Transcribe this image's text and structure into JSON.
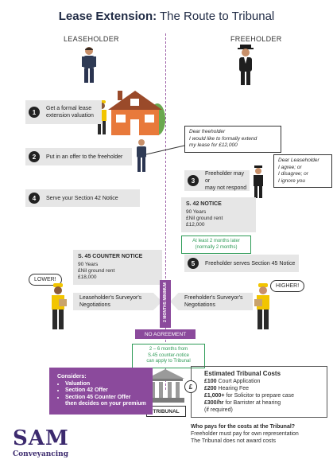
{
  "title": {
    "bold": "Lease Extension:",
    "rest": "The Route to Tribunal"
  },
  "roles": {
    "leaseholder": "LEASEHOLDER",
    "freeholder": "FREEHOLDER"
  },
  "steps": [
    {
      "num": "1",
      "lines": [
        "Get a formal lease",
        "extension valuation"
      ]
    },
    {
      "num": "2",
      "lines": [
        "Put in an offer to the freeholder"
      ]
    },
    {
      "num": "3",
      "lines": [
        "Freeholder may or",
        "may not respond"
      ]
    },
    {
      "num": "4",
      "lines": [
        "Serve your Section 42 Notice"
      ]
    },
    {
      "num": "5",
      "lines": [
        "Freeholder serves Section 45 Notice"
      ]
    }
  ],
  "bubble_leaseholder": [
    "Dear freeholder",
    "I would like to formally extend",
    "my lease for £12,000"
  ],
  "bubble_freeholder": [
    "Dear Leaseholder",
    "I agree; or",
    "I disagree; or",
    "I ignore you"
  ],
  "s42": {
    "heading": "S. 42 NOTICE",
    "lines": [
      "90 Years",
      "£Nil ground rent",
      "£12,000"
    ]
  },
  "green_note": [
    "At least 2 months later",
    "(normally 2 months)"
  ],
  "s45": {
    "heading": "S. 45 COUNTER NOTICE",
    "lines": [
      "90 Years",
      "£Nil ground rent",
      "£18,000"
    ]
  },
  "shouts": {
    "lower": "LOWER!",
    "higher": "HIGHER!"
  },
  "negotiations": {
    "leaseholder": [
      "Leaseholder's Surveyor's",
      "Negotiations"
    ],
    "freeholder": [
      "Freeholder's Surveyor's",
      "Negotiations"
    ]
  },
  "vertical_label": "2 MONTHS MINIMUM",
  "no_agreement": "NO AGREEMENT",
  "tribunal_note": [
    "2 – 6 months from",
    "S.45 counter-notice",
    "can apply to Tribunal"
  ],
  "tribunal_label": "TRIBUNAL",
  "considers": {
    "heading": "Considers:",
    "items": [
      "Valuation",
      "Section 42 Offer",
      "Section 45 Counter Offer"
    ],
    "tail": "then decides on your premium"
  },
  "costs": {
    "heading": "Estimated Tribunal Costs",
    "rows": [
      {
        "amount": "£100",
        "desc": "Court Application"
      },
      {
        "amount": "£200",
        "desc": "Hearing Fee"
      },
      {
        "amount": "£1,000+",
        "desc": "for Solicitor to prepare case"
      },
      {
        "amount": "£300/hr",
        "desc": "for Barrister at hearing"
      }
    ],
    "note": "(if required)"
  },
  "who_pays": {
    "question": "Who pays for the costs at the Tribunal?",
    "lines": [
      "Freeholder must pay for own representation",
      "The Tribunal does not award costs"
    ]
  },
  "logo": {
    "line1": "SAM",
    "line2": "Conveyancing"
  },
  "colors": {
    "purple": "#8b4a9c",
    "green": "#2e9b57",
    "navy": "#1f2a44",
    "logo": "#3c2a6e"
  }
}
